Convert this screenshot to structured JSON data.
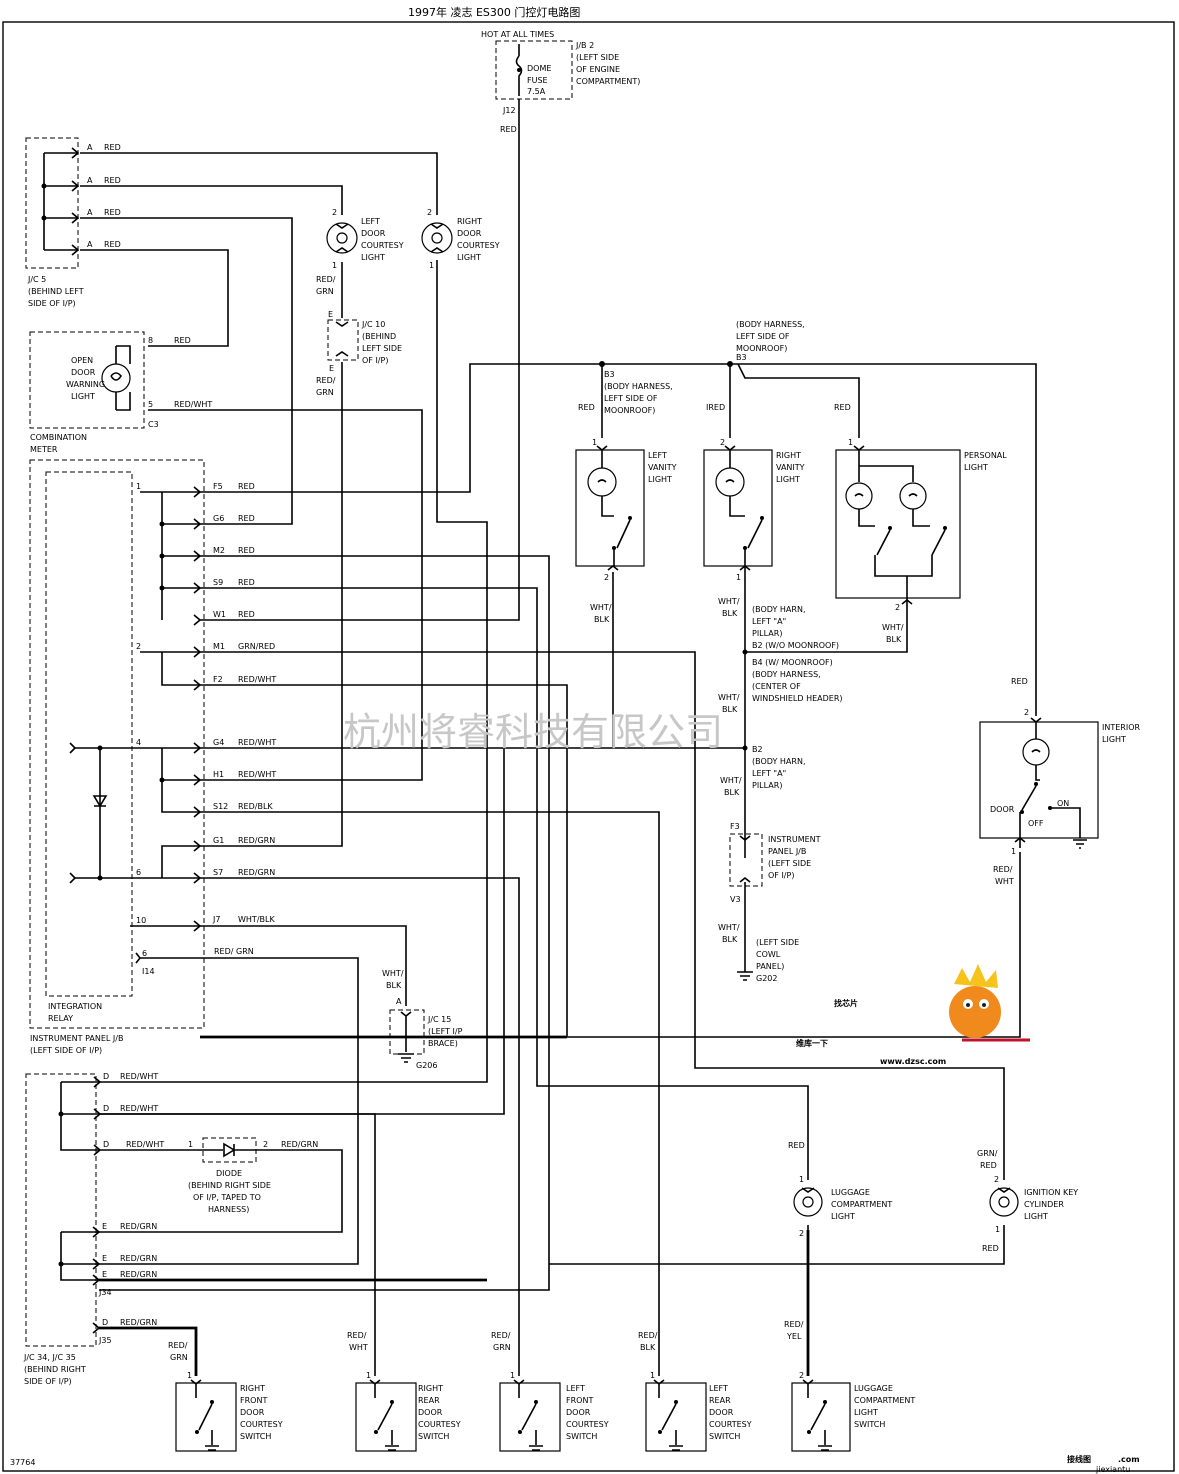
{
  "title": "1997年 凌志 ES300 门控灯电路图",
  "fuse": {
    "hot": "HOT AT ALL TIMES",
    "name_lines": [
      "DOME",
      "FUSE",
      "7.5A"
    ],
    "jb_lines": [
      "J/B 2",
      "(LEFT SIDE",
      "OF ENGINE",
      "COMPARTMENT)"
    ],
    "out_pin": "J12",
    "out_wire": "RED"
  },
  "jc5": {
    "pins": [
      "A",
      "A",
      "A",
      "A"
    ],
    "wires": [
      "RED",
      "RED",
      "RED",
      "RED"
    ],
    "label_lines": [
      "J/C 5",
      "(BEHIND LEFT",
      "SIDE OF I/P)"
    ]
  },
  "meter": {
    "lamp_lines": [
      "OPEN",
      "DOOR",
      "WARNING",
      "LIGHT"
    ],
    "pin_top": "8",
    "pin_bottom": "5",
    "wire_top": "RED",
    "wire_bottom": "RED/WHT",
    "connector": "C3",
    "label_lines": [
      "COMBINATION",
      "METER"
    ]
  },
  "left_door_light": {
    "pin_top": "2",
    "pin_bottom": "1",
    "label_lines": [
      "LEFT",
      "DOOR",
      "COURTESY",
      "LIGHT"
    ],
    "wire_below": [
      "RED/",
      "GRN"
    ]
  },
  "right_door_light": {
    "pin_top": "2",
    "pin_bottom": "1",
    "label_lines": [
      "RIGHT",
      "DOOR",
      "COURTESY",
      "LIGHT"
    ]
  },
  "jc10": {
    "pin_top": "E",
    "pin_bottom": "E",
    "label_lines": [
      "J/C 10",
      "(BEHIND",
      "LEFT SIDE",
      "OF I/P)"
    ],
    "wire_below": [
      "RED/",
      "GRN"
    ]
  },
  "body_harness_top": {
    "label_lines": [
      "(BODY HARNESS,",
      "LEFT SIDE OF",
      "MOONROOF)"
    ],
    "pin": "B3",
    "b3_left_lines": [
      "B3",
      "(BODY HARNESS,",
      "LEFT SIDE OF",
      "MOONROOF)"
    ]
  },
  "left_vanity": {
    "wire_in": "RED",
    "pin_top": "1",
    "pin_bottom": "2",
    "label_lines": [
      "LEFT",
      "VANITY",
      "LIGHT"
    ],
    "wire_out": [
      "WHT/",
      "BLK"
    ]
  },
  "right_vanity": {
    "wire_in": "IRED",
    "pin_top": "2",
    "pin_bottom": "1",
    "label_lines": [
      "RIGHT",
      "VANITY",
      "LIGHT"
    ],
    "wire_out": [
      "WHT/",
      "BLK"
    ]
  },
  "personal_light": {
    "wire_in": "RED",
    "pin_top": "1",
    "pin_bottom": "2",
    "label_lines": [
      "PERSONAL",
      "LIGHT"
    ],
    "wire_out": [
      "WHT/",
      "BLK"
    ]
  },
  "pillar_notes": {
    "a_pillar_lines": [
      "(BODY HARN,",
      "LEFT \"A\"",
      "PILLAR)"
    ],
    "b2_wo": "B2 (W/O MOONROOF)",
    "b4_lines": [
      "B4 (W/ MOONROOF)",
      "(BODY HARNESS,",
      "(CENTER OF",
      "WINDSHIELD HEADER)"
    ],
    "wire_mid": [
      "WHT/",
      "BLK"
    ],
    "b2_lines": [
      "B2",
      "(BODY HARN,",
      "LEFT \"A\"",
      "PILLAR)"
    ],
    "wire_low": [
      "WHT/",
      "BLK"
    ]
  },
  "ip_jb_f3": {
    "pin_top": "F3",
    "pin_bottom": "V3",
    "label_lines": [
      "INSTRUMENT",
      "PANEL J/B",
      "(LEFT SIDE",
      "OF I/P)"
    ],
    "wire_below": [
      "WHT/",
      "BLK"
    ],
    "ground_lines": [
      "(LEFT SIDE",
      "COWL",
      "PANEL)",
      "G202"
    ]
  },
  "interior_light": {
    "wire_in": "RED",
    "pin_top": "2",
    "pin_bottom": "1",
    "label_lines": [
      "INTERIOR",
      "LIGHT"
    ],
    "door": "DOOR",
    "on": "ON",
    "off": "OFF",
    "wire_out": [
      "RED/",
      "WHT"
    ]
  },
  "relay": {
    "terms": [
      "1",
      "2",
      "4",
      "6",
      "10",
      "6"
    ],
    "pins": [
      "F5",
      "G6",
      "M2",
      "S9",
      "W1",
      "M1",
      "F2",
      "G4",
      "H1",
      "S12",
      "G1",
      "S7",
      "J7"
    ],
    "wires": [
      "RED",
      "RED",
      "RED",
      "RED",
      "RED",
      "GRN/RED",
      "RED/WHT",
      "RED/WHT",
      "RED/WHT",
      "RED/BLK",
      "RED/GRN",
      "RED/GRN",
      "WHT/BLK"
    ],
    "wire_i14": "RED/ GRN",
    "pin_i14": "I14",
    "label_lines": [
      "INTEGRATION",
      "RELAY"
    ],
    "jb_lines": [
      "INSTRUMENT PANEL J/B",
      "(LEFT SIDE OF I/P)"
    ]
  },
  "jc15": {
    "wire": [
      "WHT/",
      "BLK"
    ],
    "pin": "A",
    "label_lines": [
      "J/C 15",
      "(LEFT I/P",
      "BRACE)"
    ],
    "ground": "G206"
  },
  "jc34": {
    "pins": [
      "D",
      "D",
      "D",
      "E",
      "E",
      "E",
      "D"
    ],
    "wires": [
      "RED/WHT",
      "RED/WHT",
      "RED/WHT",
      "RED/GRN",
      "RED/GRN",
      "RED/GRN",
      "RED/GRN"
    ],
    "conn_a": "J34",
    "conn_b": "J35",
    "label_lines": [
      "J/C 34, J/C 35",
      "(BEHIND RIGHT",
      "SIDE OF I/P)"
    ]
  },
  "diode": {
    "pin_in": "1",
    "pin_out": "2",
    "wire_out": "RED/GRN",
    "label_lines": [
      "DIODE",
      "(BEHIND RIGHT SIDE",
      "OF I/P, TAPED TO",
      "HARNESS)"
    ]
  },
  "luggage_light": {
    "wire_in": "RED",
    "pin_top": "1",
    "pin_bottom": "2",
    "label_lines": [
      "LUGGAGE",
      "COMPARTMENT",
      "LIGHT"
    ],
    "wire_out": [
      "RED/",
      "YEL"
    ]
  },
  "ignition_light": {
    "wire_in": [
      "GRN/",
      "RED"
    ],
    "pin_top": "2",
    "pin_bottom": "1",
    "label_lines": [
      "IGNITION KEY",
      "CYLINDER",
      "LIGHT"
    ],
    "wire_out": "RED"
  },
  "switches": [
    {
      "wire": [
        "RED/",
        "GRN"
      ],
      "pin": "1",
      "label_lines": [
        "RIGHT",
        "FRONT",
        "DOOR",
        "COURTESY",
        "SWITCH"
      ]
    },
    {
      "wire": [
        "RED/",
        "WHT"
      ],
      "pin": "1",
      "label_lines": [
        "RIGHT",
        "REAR",
        "DOOR",
        "COURTESY",
        "SWITCH"
      ]
    },
    {
      "wire": [
        "RED/",
        "GRN"
      ],
      "pin": "1",
      "label_lines": [
        "LEFT",
        "FRONT",
        "DOOR",
        "COURTESY",
        "SWITCH"
      ]
    },
    {
      "wire": [
        "RED/",
        "BLK"
      ],
      "pin": "1",
      "label_lines": [
        "LEFT",
        "REAR",
        "DOOR",
        "COURTESY",
        "SWITCH"
      ]
    },
    {
      "wire": [
        "RED/",
        "YEL"
      ],
      "pin": "2",
      "label_lines": [
        "LUGGAGE",
        "COMPARTMENT",
        "LIGHT",
        "SWITCH"
      ]
    }
  ],
  "figure_id": "37764",
  "watermark": "杭州将睿科技有限公司",
  "logo": {
    "top": "找芯片",
    "cn": "维库一下",
    "url": "www.dzsc.com"
  },
  "footer_mark": {
    "cn": "接线图",
    "tld": ".com",
    "url": "jiexiantu"
  }
}
